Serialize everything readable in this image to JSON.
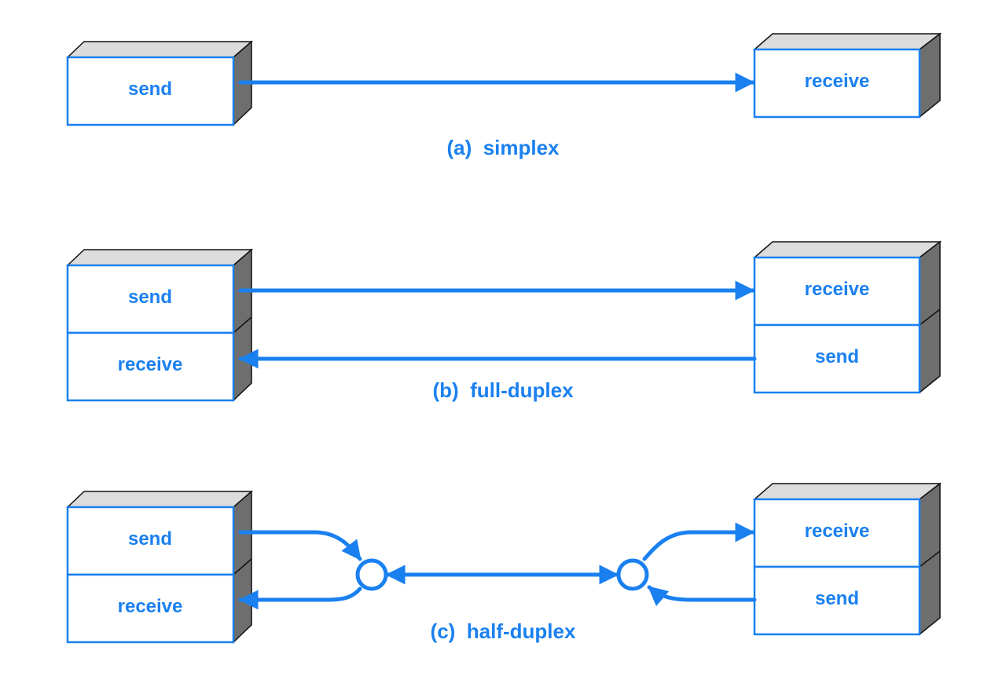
{
  "colors": {
    "accent": "#1a80f0",
    "box_top": "#dcdcdc",
    "box_side": "#6e6e6e",
    "outline": "#111111"
  },
  "simplex": {
    "caption": "(a)  simplex",
    "left_box": [
      "send"
    ],
    "right_box": [
      "receive"
    ]
  },
  "full_duplex": {
    "caption": "(b)  full-duplex",
    "left_box": [
      "send",
      "receive"
    ],
    "right_box": [
      "receive",
      "send"
    ]
  },
  "half_duplex": {
    "caption": "(c)  half-duplex",
    "left_box": [
      "send",
      "receive"
    ],
    "right_box": [
      "receive",
      "send"
    ]
  }
}
